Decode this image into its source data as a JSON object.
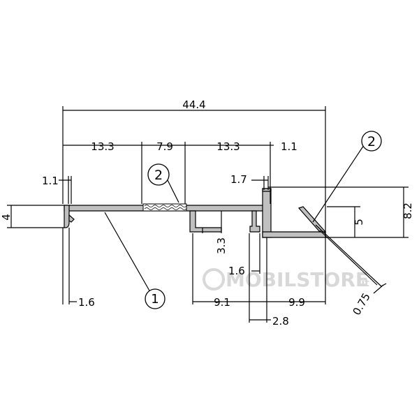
{
  "watermark": {
    "brand": "MOBILSTORE",
    "suffix": ".it"
  },
  "dimensions": {
    "overall_width": "44.4",
    "segment_left": "13.3",
    "segment_middle": "7.9",
    "segment_right": "13.3",
    "right_edge": "1.1",
    "left_lip_gap": "1.1",
    "left_height": "4",
    "left_lip_thickness": "1.6",
    "inner_gap": "1.7",
    "channel_depth": "3.3",
    "channel_wall": "1.6",
    "channel_width": "9.1",
    "right_width": "9.9",
    "right_offset": "2.8",
    "right_inner_height": "5",
    "right_height": "8.2",
    "blade_thickness": "0.75"
  },
  "callouts": {
    "part_1": "1",
    "part_2_top": "2",
    "part_2_right": "2"
  },
  "colors": {
    "profile_fill": "#c0c0c0",
    "line": "#000000",
    "watermark": "#d8d8d8"
  }
}
